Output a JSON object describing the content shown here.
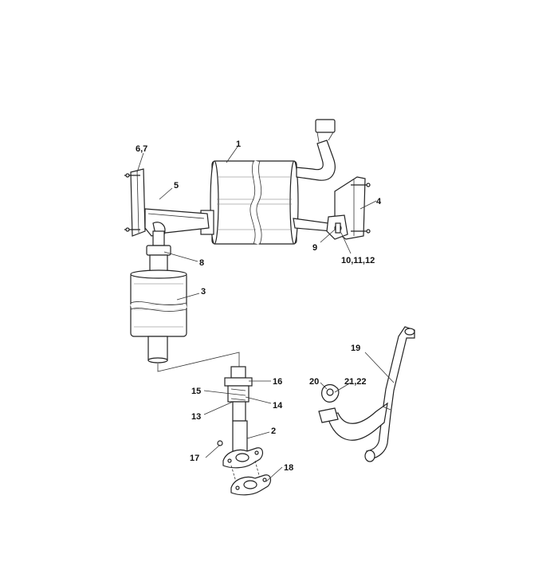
{
  "diagram": {
    "callouts": {
      "c1": "1",
      "c2": "2",
      "c3": "3",
      "c4": "4",
      "c5": "5",
      "c67": "6,7",
      "c8": "8",
      "c9": "9",
      "c101112": "10,11,12",
      "c13": "13",
      "c14": "14",
      "c15": "15",
      "c16": "16",
      "c17": "17",
      "c18": "18",
      "c19": "19",
      "c20": "20",
      "c2122": "21,22"
    }
  }
}
